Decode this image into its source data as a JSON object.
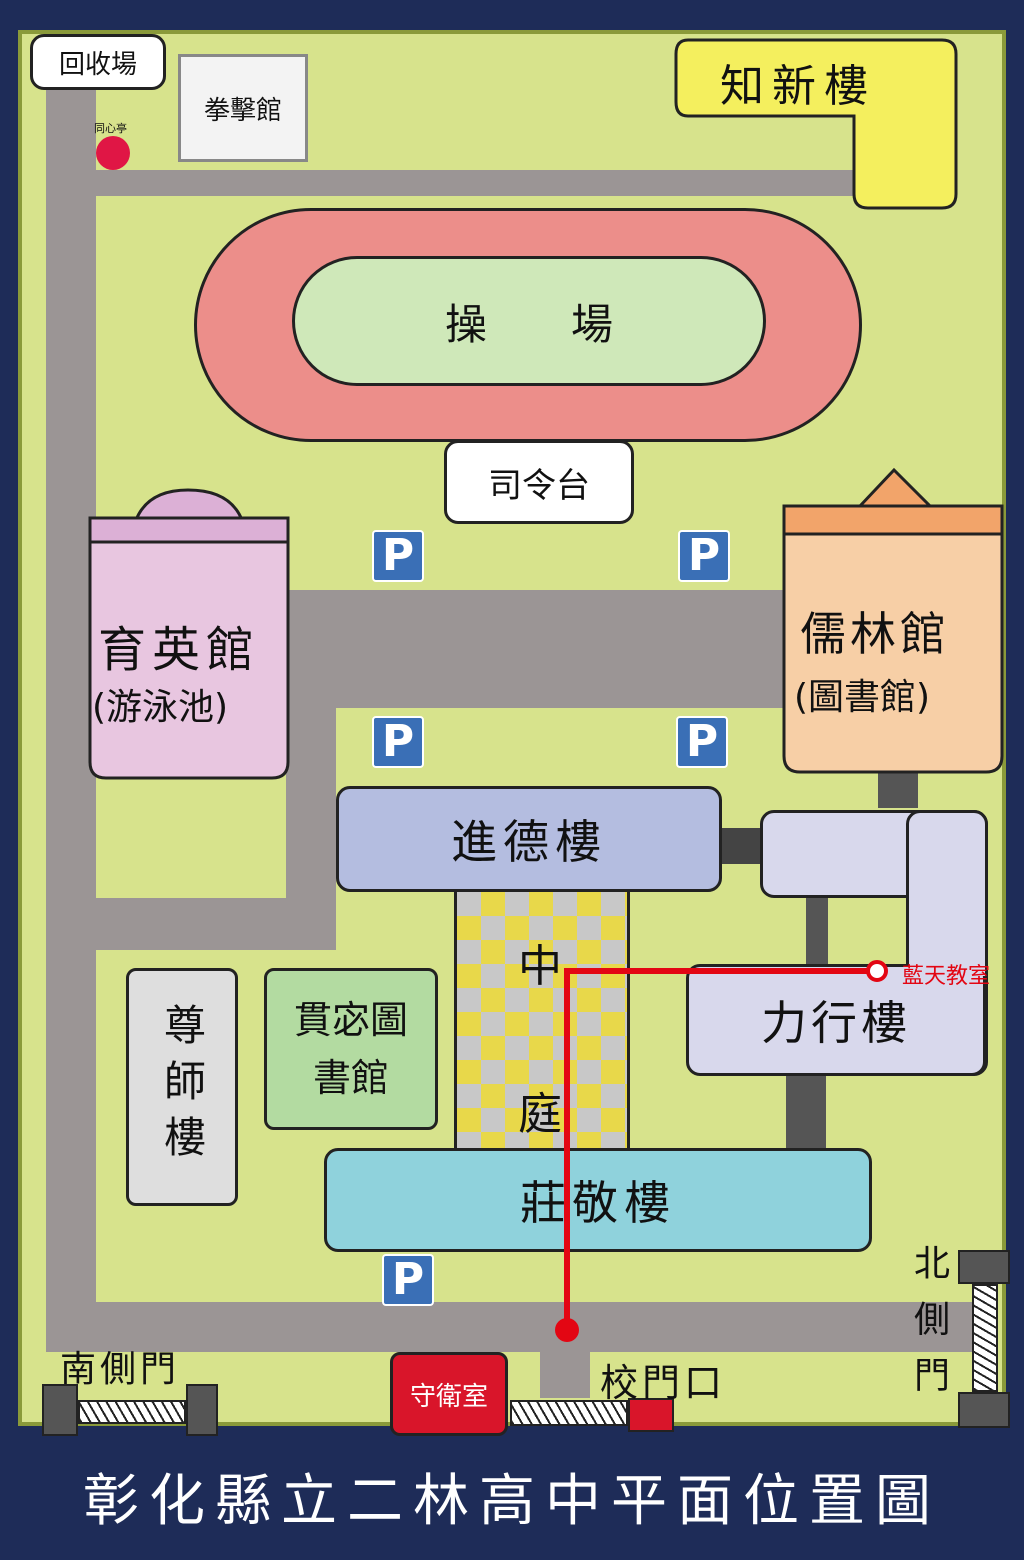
{
  "map": {
    "title": "彰化縣立二林高中平面位置圖",
    "buildings": {
      "recycle": "回收場",
      "boxing": "拳擊館",
      "tongxin": "同心亭",
      "zhixin": "知新樓",
      "field": "操　　場",
      "podium": "司令台",
      "yuying": "育英館",
      "yuying_sub": "(游泳池)",
      "rulin": "儒林館",
      "rulin_sub": "(圖書館)",
      "jinde": "進德樓",
      "zunshi": "尊師樓",
      "guanmi": "貫宓圖書館",
      "courtyard_1": "中",
      "courtyard_2": "庭",
      "lixing": "力行樓",
      "zhuangjing": "莊敬樓",
      "guard": "守衛室"
    },
    "labels": {
      "classroom": "藍天教室",
      "main_gate": "校門口",
      "south_gate": "南側門",
      "north_gate": "北側門",
      "parking": "P"
    },
    "colors": {
      "background": "#1e2c58",
      "grass": "#d7e38c",
      "road": "#9b9595",
      "route": "#e30613",
      "track": "#ec8e8a",
      "field": "#cfe8b9",
      "zhixin": "#f4ef5e",
      "yuying": "#e8c6e0",
      "rulin": "#f7cfa6",
      "jinde": "#b4bde0",
      "lixing": "#d8d8ec",
      "zhuangjing": "#8fd2dc",
      "guanmi": "#b3dba1",
      "parking": "#3a6fb6",
      "guard": "#d9152a"
    }
  }
}
